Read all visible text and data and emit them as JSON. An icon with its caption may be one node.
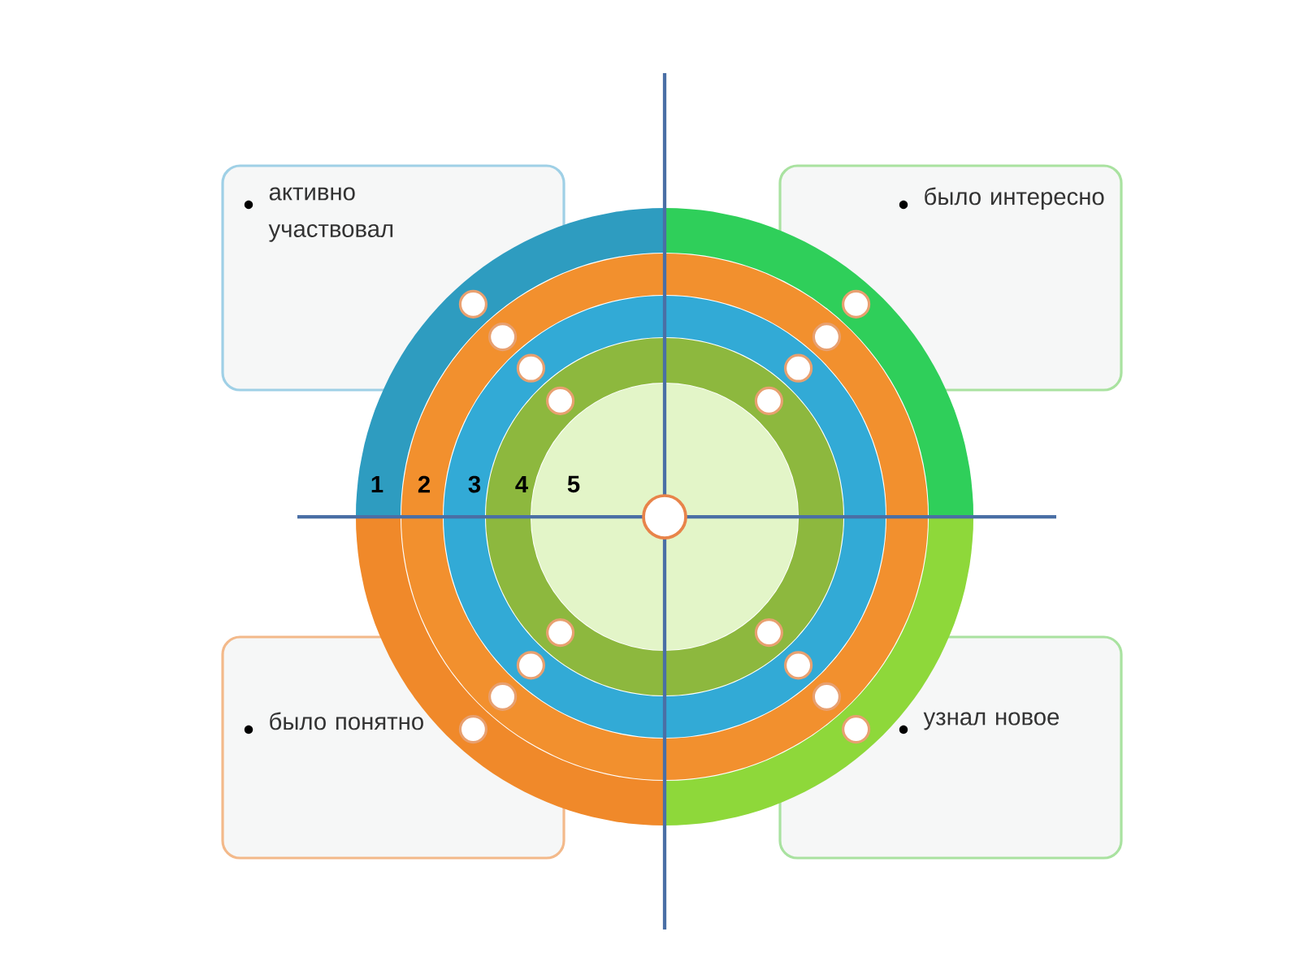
{
  "diagram": {
    "nodes": [
      {
        "text": [
          "активно участвовал"
        ]
      },
      {
        "text": [
          "было интересно"
        ]
      },
      {
        "text": [
          "было понятно"
        ]
      },
      {
        "text": [
          "узнал новое"
        ]
      }
    ],
    "labels": [
      "1",
      "2",
      "3",
      "4",
      "5"
    ]
  }
}
